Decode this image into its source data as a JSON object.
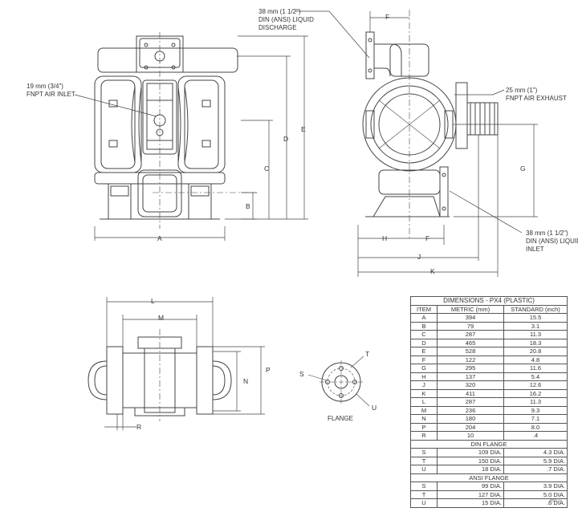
{
  "callouts": {
    "liquid_discharge": [
      "38 mm (1 1/2\")",
      "DIN (ANSI) LIQUID",
      "DISCHARGE"
    ],
    "air_inlet": [
      "19 mm (3/4\")",
      "FNPT AIR INLET"
    ],
    "air_exhaust": [
      "25 mm (1\")",
      "FNPT AIR EXHAUST"
    ],
    "liquid_inlet": [
      "38 mm (1 1/2\")",
      "DIN (ANSI) LIQUID",
      "INLET"
    ],
    "flange_caption": "FLANGE"
  },
  "dimension_letters": {
    "A": "A",
    "B": "B",
    "C": "C",
    "D": "D",
    "E": "E",
    "F": "F",
    "G": "G",
    "H": "H",
    "J": "J",
    "K": "K",
    "L": "L",
    "M": "M",
    "N": "N",
    "P": "P",
    "R": "R",
    "S": "S",
    "T": "T",
    "U": "U"
  },
  "table": {
    "title": "DIMENSIONS - PX4 (PLASTIC)",
    "headers": [
      "ITEM",
      "METRIC (mm)",
      "STANDARD (inch)"
    ],
    "rows": [
      [
        "A",
        "394",
        "15.5"
      ],
      [
        "B",
        "79",
        "3.1"
      ],
      [
        "C",
        "287",
        "11.3"
      ],
      [
        "D",
        "465",
        "18.3"
      ],
      [
        "E",
        "528",
        "20.8"
      ],
      [
        "F",
        "122",
        "4.8"
      ],
      [
        "G",
        "295",
        "11.6"
      ],
      [
        "H",
        "137",
        "5.4"
      ],
      [
        "J",
        "320",
        "12.6"
      ],
      [
        "K",
        "411",
        "16.2"
      ],
      [
        "L",
        "287",
        "11.3"
      ],
      [
        "M",
        "236",
        "9.3"
      ],
      [
        "N",
        "180",
        "7.1"
      ],
      [
        "P",
        "204",
        "8.0"
      ],
      [
        "R",
        "10",
        ".4"
      ]
    ],
    "din_title": "DIN FLANGE",
    "din_rows": [
      [
        "S",
        "109 DIA.",
        "4.3 DIA."
      ],
      [
        "T",
        "150 DIA.",
        "5.9 DIA."
      ],
      [
        "U",
        "18 DIA.",
        ".7 DIA."
      ]
    ],
    "ansi_title": "ANSI FLANGE",
    "ansi_rows": [
      [
        "S",
        "99 DIA.",
        "3.9 DIA."
      ],
      [
        "T",
        "127 DIA.",
        "5.0 DIA."
      ],
      [
        "U",
        "15 DIA.",
        ".6 DIA."
      ]
    ]
  },
  "revision": "REV. A"
}
